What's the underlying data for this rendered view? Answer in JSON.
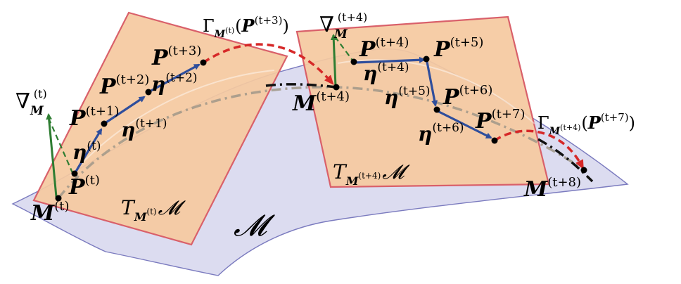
{
  "manifold": {
    "symbol": "𝓜"
  },
  "tangent_planes": [
    {
      "T": "T",
      "sub": "M",
      "sup": "(t)",
      "cal": "𝓜"
    },
    {
      "T": "T",
      "sub": "M",
      "sup": "(t+4)",
      "cal": "𝓜"
    }
  ],
  "points": [
    {
      "sym": "M",
      "sup": "(t)"
    },
    {
      "sym": "P",
      "sup": "(t)"
    },
    {
      "sym": "P",
      "sup": "(t+1)"
    },
    {
      "sym": "P",
      "sup": "(t+2)"
    },
    {
      "sym": "P",
      "sup": "(t+3)"
    },
    {
      "sym": "M",
      "sup": "(t+4)"
    },
    {
      "sym": "P",
      "sup": "(t+4)"
    },
    {
      "sym": "P",
      "sup": "(t+5)"
    },
    {
      "sym": "P",
      "sup": "(t+6)"
    },
    {
      "sym": "P",
      "sup": "(t+7)"
    },
    {
      "sym": "M",
      "sup": "(t+8)"
    }
  ],
  "steps": [
    {
      "sym": "η",
      "sup": "(t)"
    },
    {
      "sym": "η",
      "sup": "(t+1)"
    },
    {
      "sym": "η",
      "sup": "(t+2)"
    },
    {
      "sym": "η",
      "sup": "(t+4)"
    },
    {
      "sym": "η",
      "sup": "(t+5)"
    },
    {
      "sym": "η",
      "sup": "(t+6)"
    }
  ],
  "gradients": [
    {
      "sym": "∇",
      "sub": "M",
      "sup": "(t)"
    },
    {
      "sym": "∇",
      "sub": "M",
      "sup": "(t+4)"
    }
  ],
  "retractions": [
    {
      "gamma": "Γ",
      "sub": "M",
      "subsup": "(t)",
      "arg": "P",
      "argsup": "(t+3)"
    },
    {
      "gamma": "Γ",
      "sub": "M",
      "subsup": "(t+4)",
      "arg": "P",
      "argsup": "(t+7)"
    }
  ],
  "colors": {
    "manifold_fill": "#dcdcf0",
    "manifold_stroke": "#7b7bbf",
    "plane_fill": "#f5c9a0",
    "plane_stroke": "#d9606a",
    "step_arrow": "#2f4e9c",
    "gradient_arrow": "#2e7d32",
    "retraction_arrow": "#d62828",
    "geodesic": "#a09888"
  }
}
